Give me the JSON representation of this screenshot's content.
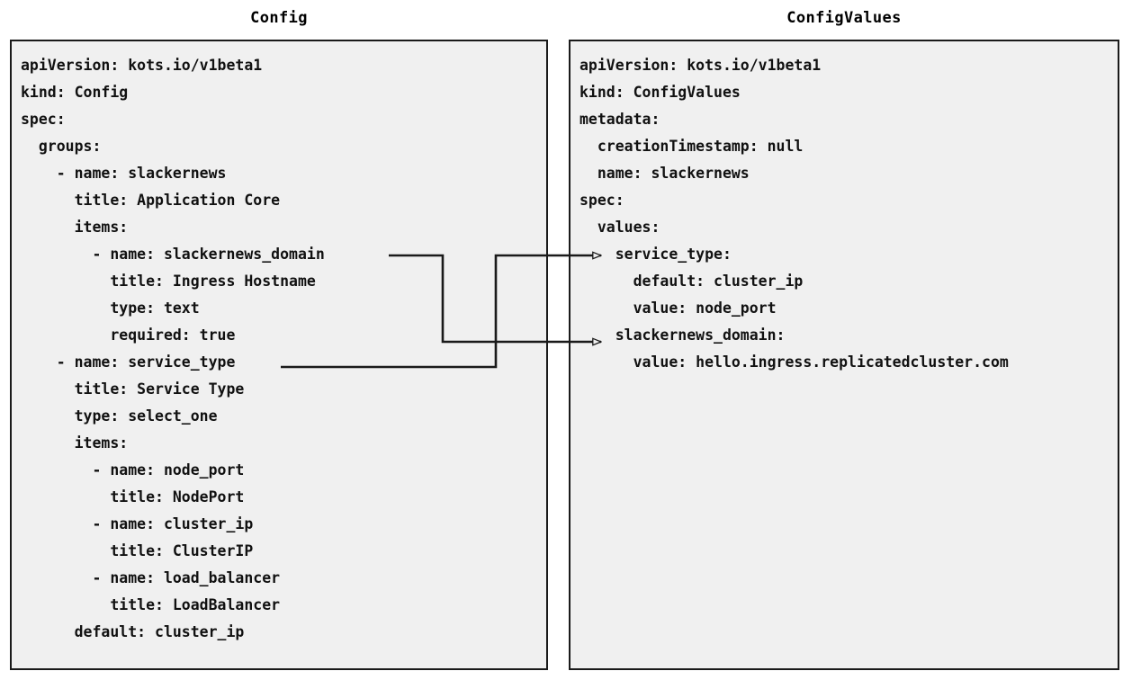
{
  "diagram": {
    "type": "yaml-comparison-with-connectors",
    "background": "#ffffff",
    "panel_background": "#f0f0f0",
    "border_color": "#1a1a1a",
    "text_color": "#111111"
  },
  "left_panel": {
    "title": "Config",
    "lines": [
      "apiVersion: kots.io/v1beta1",
      "kind: Config",
      "spec:",
      "  groups:",
      "    - name: slackernews",
      "      title: Application Core",
      "      items:",
      "        - name: slackernews_domain",
      "          title: Ingress Hostname",
      "          type: text",
      "          required: true",
      "    - name: service_type",
      "      title: Service Type",
      "      type: select_one",
      "      items:",
      "        - name: node_port",
      "          title: NodePort",
      "        - name: cluster_ip",
      "          title: ClusterIP",
      "        - name: load_balancer",
      "          title: LoadBalancer",
      "      default: cluster_ip"
    ]
  },
  "right_panel": {
    "title": "ConfigValues",
    "lines": [
      "apiVersion: kots.io/v1beta1",
      "kind: ConfigValues",
      "metadata:",
      "  creationTimestamp: null",
      "  name: slackernews",
      "spec:",
      "  values:",
      "    service_type:",
      "      default: cluster_ip",
      "      value: node_port",
      "    slackernews_domain:",
      "      value: hello.ingress.replicatedcluster.com"
    ]
  },
  "connectors": [
    {
      "name": "slackernews-domain-link",
      "from_label": "slackernews_domain",
      "to_label": "slackernews_domain",
      "arrow": "open-triangle"
    },
    {
      "name": "service-type-link",
      "from_label": "service_type",
      "to_label": "service_type",
      "arrow": "open-triangle"
    }
  ]
}
